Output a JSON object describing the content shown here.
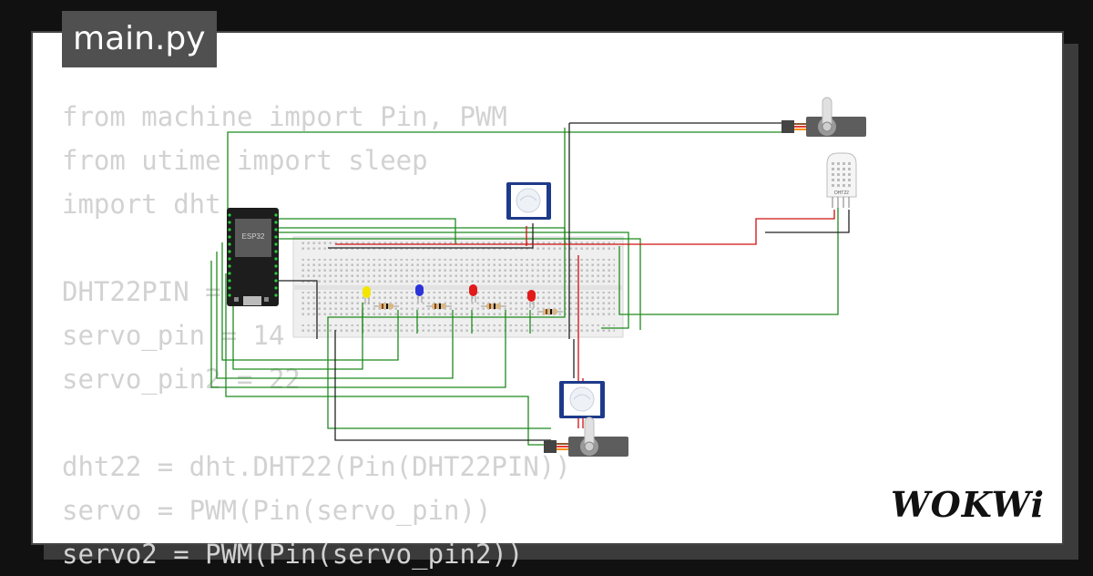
{
  "file_tab": {
    "label": "main.py"
  },
  "code_lines": [
    "from machine import Pin, PWM",
    "from utime import sleep",
    "import dht",
    "",
    "DHT22PIN = 18",
    "servo_pin = 14",
    "servo_pin2 = 22",
    "",
    "dht22 = dht.DHT22(Pin(DHT22PIN))",
    "servo = PWM(Pin(servo_pin))",
    "servo2 = PWM(Pin(servo_pin2))"
  ],
  "board": {
    "label": "ESP32"
  },
  "sensor": {
    "label": "DHT22"
  },
  "brand": {
    "name": "WOKWi"
  },
  "colors": {
    "background": "#111111",
    "wire_green": "#1f8a1f",
    "wire_red": "#d01010",
    "wire_black": "#222222",
    "led_yellow": "#f2e600",
    "led_blue": "#2a34d8",
    "led_red": "#e21a1a",
    "pir_blue": "#1e3a8a"
  },
  "components": [
    "esp32-board",
    "breadboard",
    "pir-sensor",
    "pir-sensor",
    "servo-motor",
    "servo-motor",
    "dht22-sensor",
    "led-yellow",
    "led-blue",
    "led-red",
    "led-red",
    "resistor"
  ]
}
